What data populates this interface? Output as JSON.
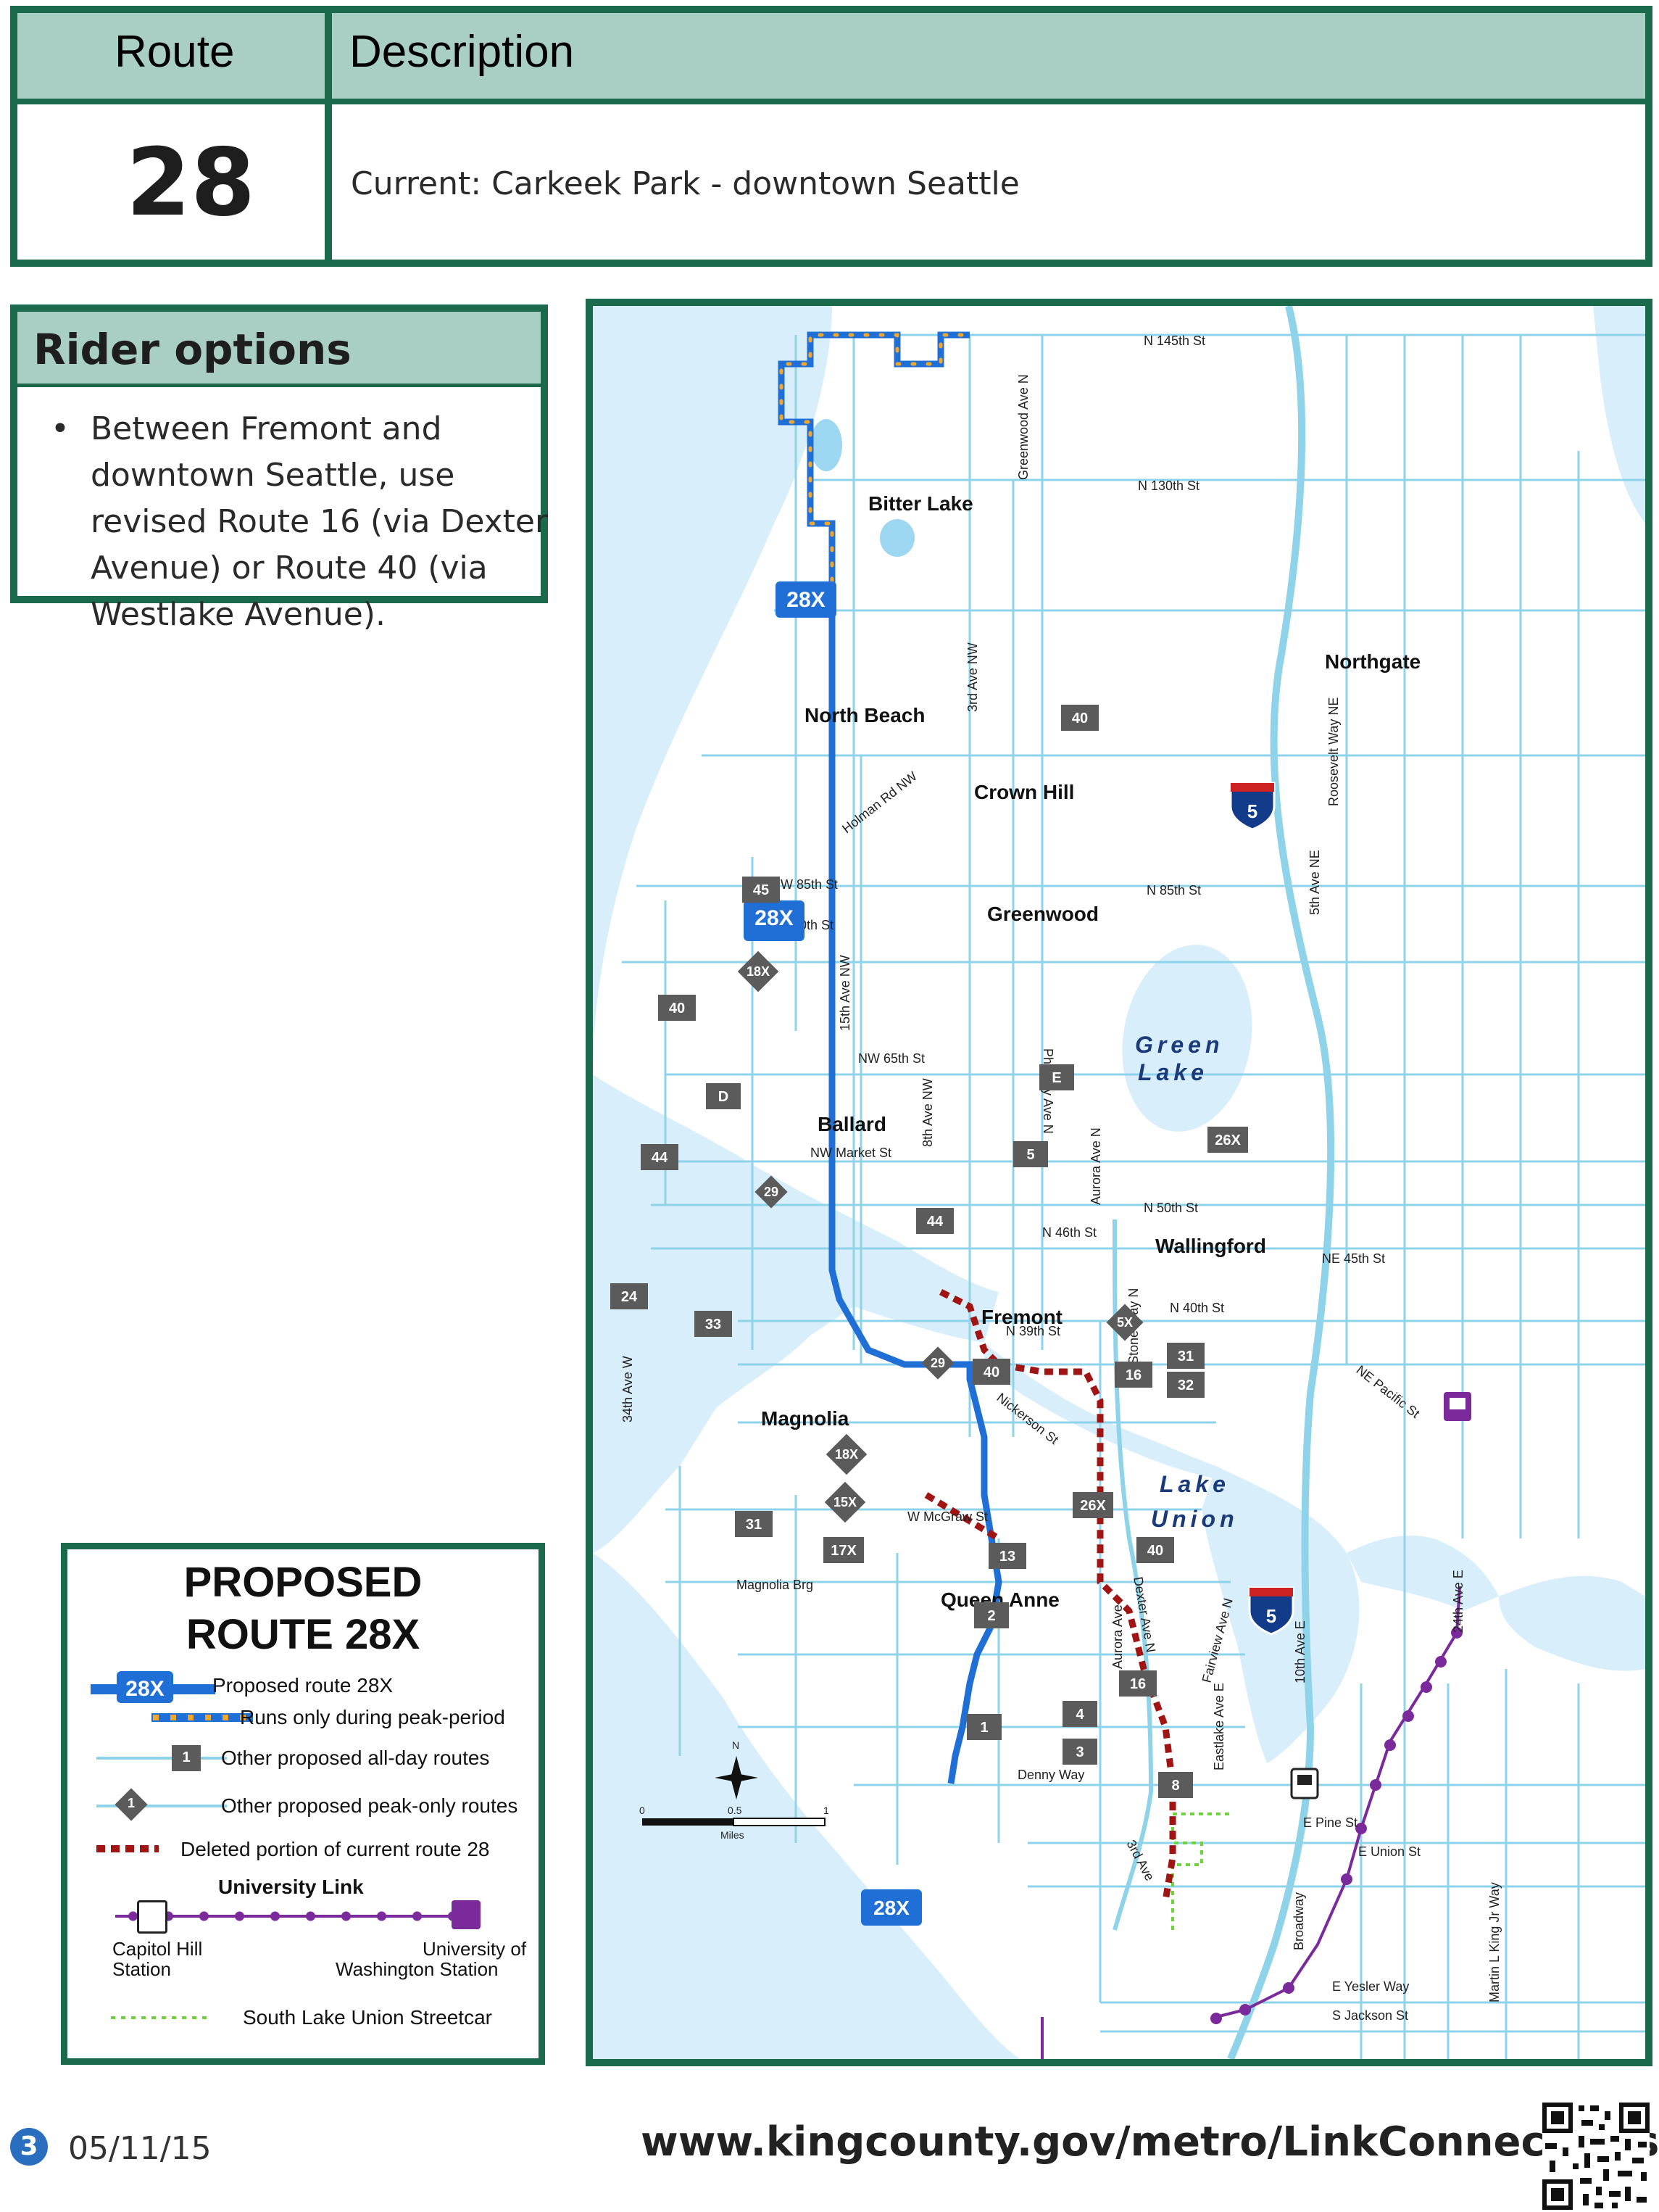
{
  "header": {
    "route_heading": "Route",
    "description_heading": "Description",
    "route_number": "28",
    "description": "Current: Carkeek Park - downtown Seattle"
  },
  "rider_options": {
    "title": "Rider options",
    "bullet": "•",
    "items": [
      "Between Fremont and downtown Seattle, use revised Route 16 (via Dexter Avenue) or Route 40 (via Westlake Avenue)."
    ]
  },
  "map": {
    "neighborhoods": [
      "Bitter Lake",
      "Northgate",
      "North Beach",
      "Crown Hill",
      "Greenwood",
      "Ballard",
      "Wallingford",
      "Fremont",
      "Magnolia",
      "Queen Anne"
    ],
    "water_labels": [
      "Green",
      "Lake",
      "Lake",
      "Union"
    ],
    "streets": [
      "N 145th St",
      "N 130th St",
      "Greenwood Ave N",
      "3rd Ave NW",
      "Holman Rd NW",
      "NW 85th St",
      "N 85th St",
      "NW 80th St",
      "15th Ave NW",
      "8th Ave NW",
      "NW 65th St",
      "NW Market St",
      "Phinney Ave N",
      "Aurora Ave N",
      "N 50th St",
      "N 46th St",
      "NE 45th St",
      "N 40th St",
      "N 39th St",
      "Stone Way N",
      "Nickerson St",
      "NE Pacific St",
      "34th Ave W",
      "W McGraw St",
      "Magnolia Brg",
      "Aurora Ave",
      "Dexter Ave N",
      "Fairview Ave N",
      "Eastlake Ave E",
      "10th Ave E",
      "24th Ave E",
      "Denny Way",
      "E Pine St",
      "E Union St",
      "3rd Ave",
      "Broadway",
      "E Yesler Way",
      "S Jackson St",
      "Martin L King Jr Way",
      "Roosevelt Way NE",
      "5th Ave NE"
    ],
    "route_28x_label": "28X",
    "all_day_routes": [
      "40",
      "45",
      "40",
      "D",
      "44",
      "5",
      "E",
      "26X",
      "44",
      "24",
      "33",
      "40",
      "31",
      "32",
      "16",
      "26X",
      "40",
      "31",
      "17X",
      "13",
      "2",
      "16",
      "4",
      "3",
      "1",
      "8"
    ],
    "peak_only_routes": [
      "18X",
      "29",
      "5X",
      "29",
      "18X",
      "15X"
    ],
    "interstate": "5",
    "scale": {
      "zero": "0",
      "half": "0.5",
      "one": "1",
      "unit": "Miles"
    },
    "north_arrow": "N"
  },
  "legend": {
    "title_line1": "PROPOSED",
    "title_line2": "ROUTE 28X",
    "badge": "28X",
    "proposed_route": "Proposed route 28X",
    "peak_period": "Runs only during peak-period",
    "all_day_sample": "1",
    "all_day": "Other proposed all-day routes",
    "peak_only_sample": "1",
    "peak_only": "Other proposed peak-only routes",
    "deleted": "Deleted portion of current route 28",
    "link_title": "University Link",
    "capitol_hill_line1": "Capitol Hill",
    "capitol_hill_line2": "Station",
    "uw_line1": "University of",
    "uw_line2": "Washington Station",
    "streetcar": "South Lake Union Streetcar"
  },
  "footer": {
    "page_number": "3",
    "date": "05/11/15",
    "url": "www.kingcounty.gov/metro/LinkConnections"
  },
  "colors": {
    "frame_green": "#1b6a4c",
    "header_fill": "#a9cfc4",
    "water": "#d8eefa",
    "streets": "#8fd3ea",
    "route_28x": "#1f6fd6",
    "peak_dots": "#f2a62a",
    "deleted": "#a01414",
    "link": "#7a2a9a",
    "streetcar": "#6cd43a",
    "route_box": "#5b5b5b"
  }
}
